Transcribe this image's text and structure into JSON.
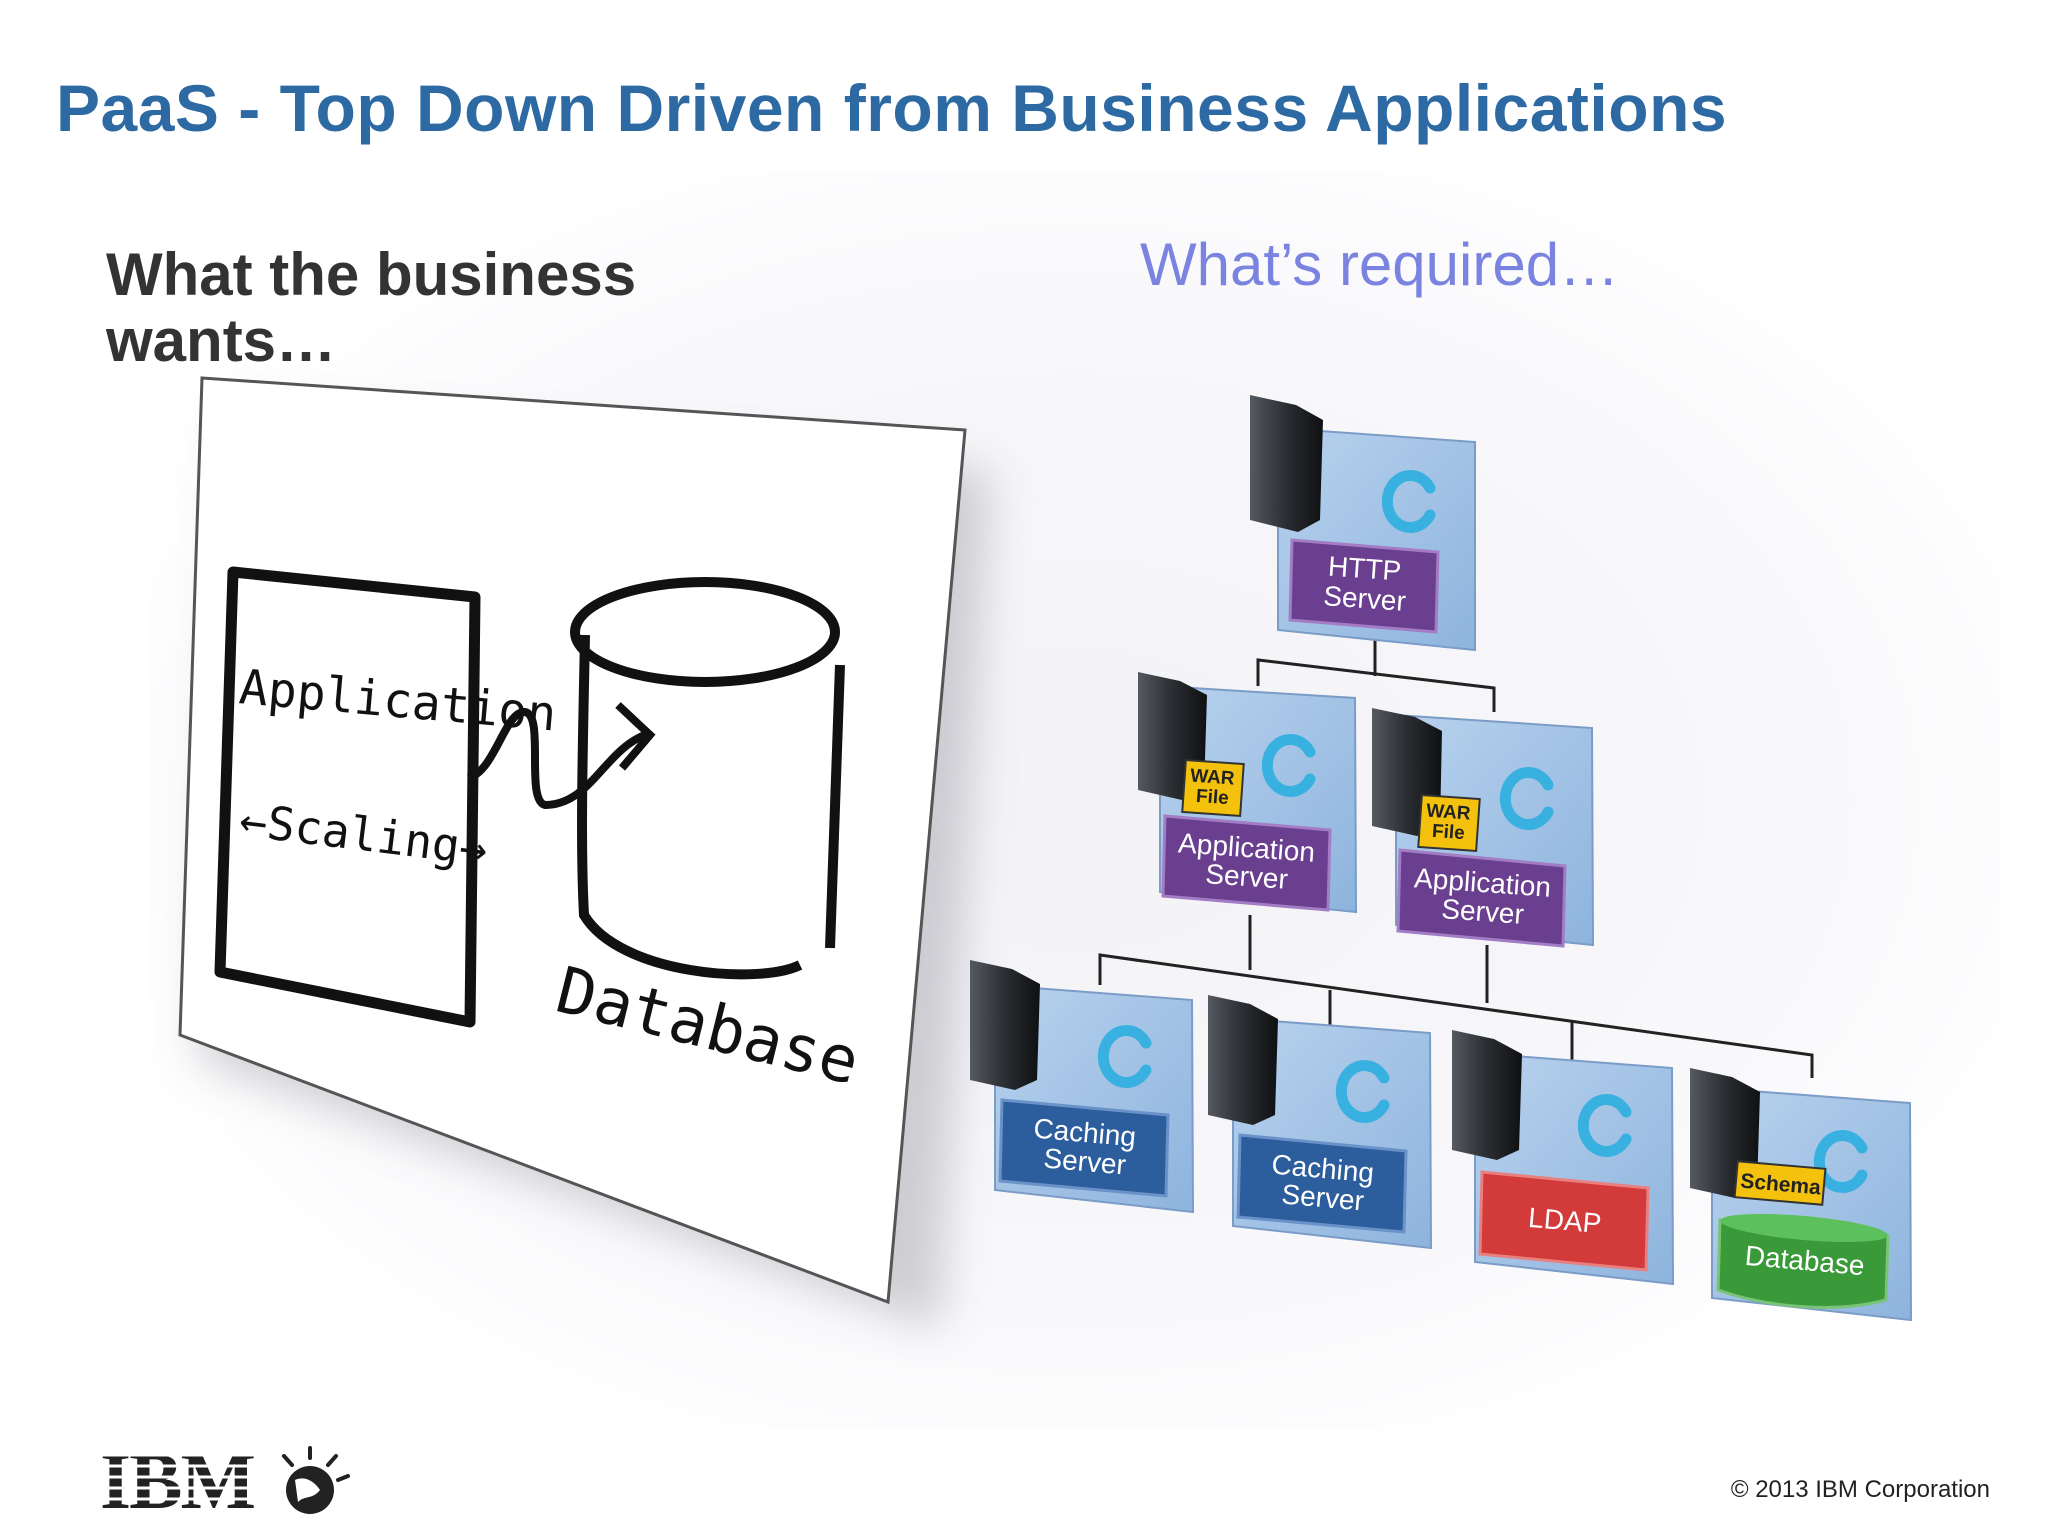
{
  "title": "PaaS - Top Down Driven from Business Applications",
  "left_heading": "What the business wants…",
  "right_heading": "What’s required…",
  "sketch": {
    "application": "Application",
    "scaling": "←Scaling→",
    "database": "Database"
  },
  "nodes": {
    "http": [
      "HTTP",
      "Server"
    ],
    "app1": [
      "Application",
      "Server"
    ],
    "app2": [
      "Application",
      "Server"
    ],
    "cache1": [
      "Caching",
      "Server"
    ],
    "cache2": [
      "Caching",
      "Server"
    ],
    "ldap": "LDAP",
    "database": "Database",
    "war1": [
      "WAR",
      "File"
    ],
    "war2": [
      "WAR",
      "File"
    ],
    "schema": "Schema"
  },
  "logo": "IBM",
  "copyright": "© 2013 IBM Corporation",
  "colors": {
    "title": "#2d6aa3",
    "accent_heading": "#7a84e0",
    "purple_label": "#6a3f8f",
    "blue_label": "#2c5d9c",
    "ldap_label": "#d33b3b",
    "database_label": "#3a9a3a",
    "tag_yellow": "#f4c20d"
  }
}
